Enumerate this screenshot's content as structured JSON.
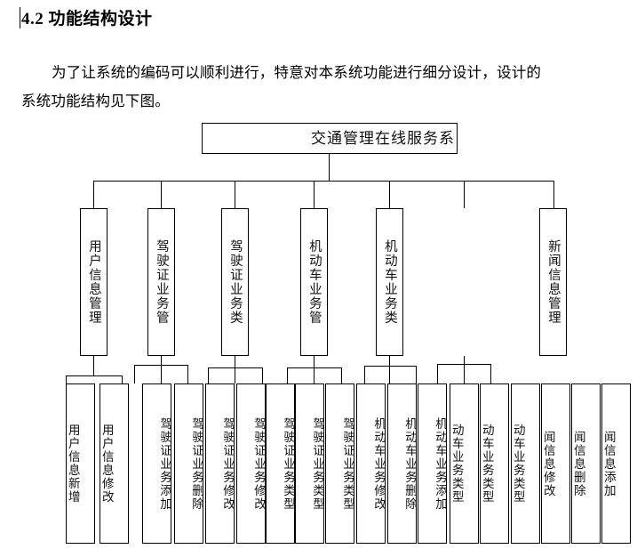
{
  "document": {
    "heading": "4.2 功能结构设计",
    "paragraph_line_1": "为了让系统的编码可以顺利进行，特意对本系统功能进行细分设计，设计的",
    "paragraph_line_2": "系统功能结构见下图。"
  },
  "diagram": {
    "root": {
      "label": "交通管理在线服务系"
    },
    "level2": [
      {
        "label": "用户信息管理"
      },
      {
        "label": "驾驶证业务管"
      },
      {
        "label": "驾驶证业务类"
      },
      {
        "label": "机动车业务管"
      },
      {
        "label": "机动车业务类"
      },
      {
        "label": "新闻信息管理"
      }
    ],
    "leaves": [
      {
        "label": "用户信息新增"
      },
      {
        "label": "用户信息修改"
      },
      {
        "label": "驾驶证业务添加"
      },
      {
        "label": "驾驶证业务删除"
      },
      {
        "label": "驾驶证业务修改"
      },
      {
        "label": "驾驶证业务修改"
      },
      {
        "label": "驾驶证业务类型"
      },
      {
        "label": "驾驶证业务类型"
      },
      {
        "label": "驾驶证业务类型"
      },
      {
        "label": "机动车业务修改"
      },
      {
        "label": "机动车业务删除"
      },
      {
        "label": "机动车业务添加"
      },
      {
        "label": "动车业务类型"
      },
      {
        "label": "动车业务类型"
      },
      {
        "label": "动车业务类型"
      },
      {
        "label": "闻信息修改"
      },
      {
        "label": "闻信息删除"
      },
      {
        "label": "闻信息添加"
      }
    ]
  },
  "colors": {
    "background": "#ffffff",
    "line": "#000000",
    "text": "#000000"
  }
}
